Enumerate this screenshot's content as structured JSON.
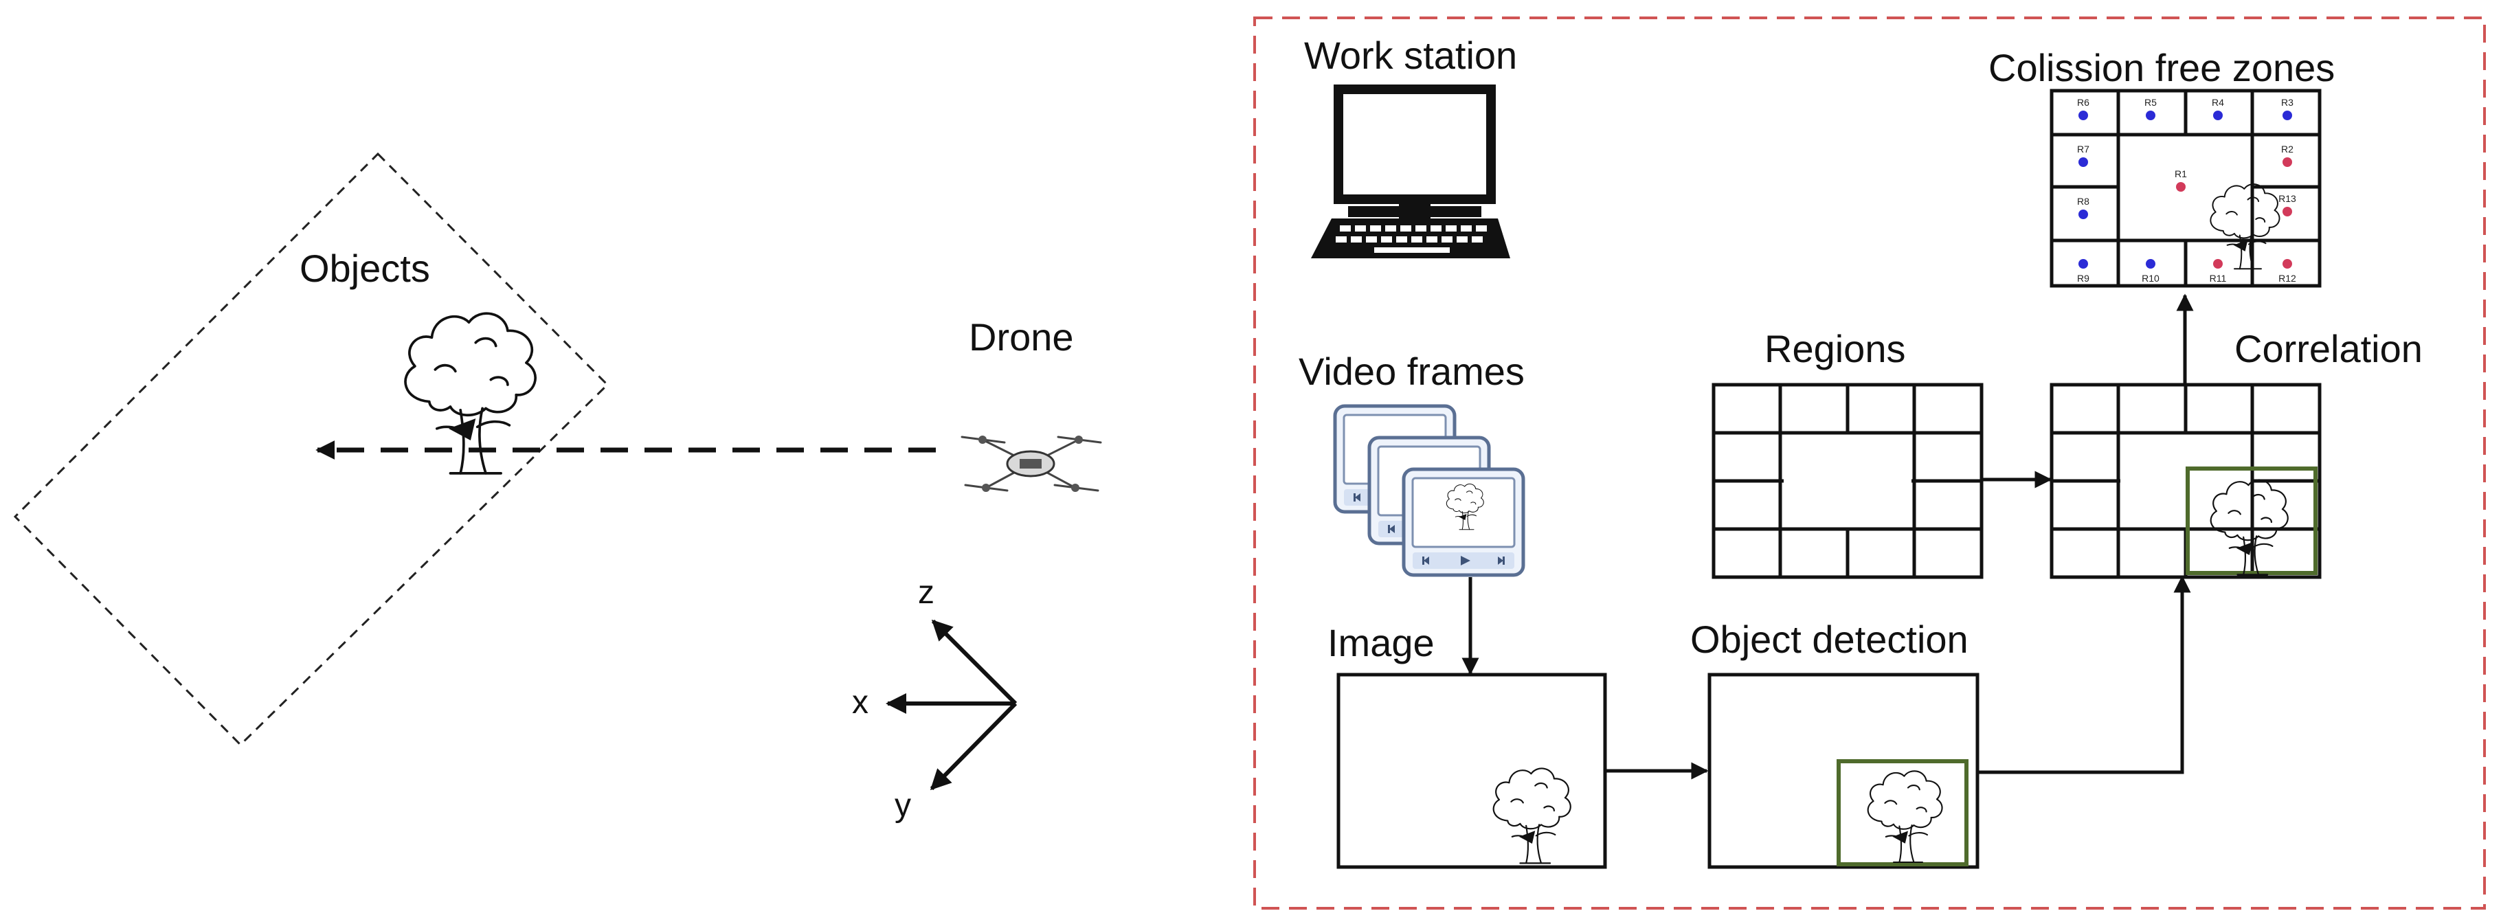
{
  "left_scene": {
    "objects_label": "Objects",
    "drone_label": "Drone",
    "axes": {
      "z": "z",
      "x": "x",
      "y": "y"
    }
  },
  "workflow": {
    "workstation_label": "Work station",
    "video_frames_label": "Video frames",
    "image_label": "Image",
    "object_detection_label": "Object detection",
    "regions_label": "Regions",
    "correlation_label": "Correlation",
    "collision_free_label": "Colission free zones",
    "region_ids": [
      "R1",
      "R2",
      "R3",
      "R4",
      "R5",
      "R6",
      "R7",
      "R8",
      "R9",
      "R10",
      "R11",
      "R12",
      "R13"
    ],
    "region_colors": {
      "free": "#2b2bd6",
      "occupied": "#d23a5a"
    },
    "occupied_regions": [
      "R1",
      "R2",
      "R11",
      "R12",
      "R13"
    ]
  },
  "colors": {
    "dashed_frame": "#d05454",
    "detection_box": "#4f6b2c",
    "line": "#111111"
  },
  "icons": [
    "tree-icon",
    "drone-icon",
    "computer-icon",
    "video-frames-icon"
  ]
}
